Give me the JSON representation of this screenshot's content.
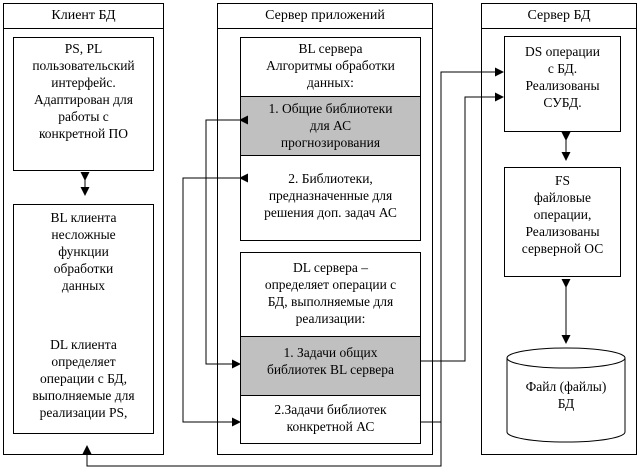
{
  "columns": {
    "client": {
      "title": "Клиент БД"
    },
    "server": {
      "title": "Сервер приложений"
    },
    "db": {
      "title": "Сервер БД"
    }
  },
  "client": {
    "ps": "PS, PL\nпользовательский\nинтерфейс.\nАдаптирован для\nработы с\nконкретной ПО",
    "bl": "BL клиента\nнесложные\nфункции\nобработки\nданных",
    "dl": "DL клиента\nопределяет\nоперации с БД,\nвыполняемые для\nреализации PS,"
  },
  "server": {
    "bl_title": "BL сервера\nАлгоритмы обработки\nданных:",
    "bl_item1": "1. Общие библиотеки\nдля АС\nпрогнозирования",
    "bl_item2": "2. Библиотеки,\nпредназначенные для\nрешения доп. задач АС",
    "dl_title": "DL сервера –\nопределяет операции с\nБД, выполняемые для\nреализации:",
    "dl_item1": "1. Задачи общих\nбиблиотек BL сервера",
    "dl_item2": "2.Задачи библиотек\nконкретной АС"
  },
  "db": {
    "ds": "DS операции\nс БД.\nРеализованы\nСУБД.",
    "fs": "FS\nфайловые\nоперации,\nРеализованы\nсерверной ОС",
    "file": "Файл (файлы)\nБД"
  },
  "colors": {
    "line": "#000000",
    "shade": "#c0c0c0"
  }
}
